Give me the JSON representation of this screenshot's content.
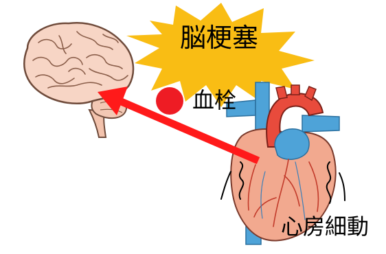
{
  "title": "脳梗塞",
  "clot_label": "血栓",
  "heart_label": "心房細動",
  "colors": {
    "burst": "#f9bd14",
    "arrow": "#ff1a1a",
    "clot": "#ee1c24",
    "brain": "#f7d5c5",
    "brain_outline": "#6e4a3a",
    "heart": "#f2a98f",
    "aorta": "#e84b3c",
    "vein": "#4ea3d8"
  },
  "icons": [
    "brain-icon",
    "heart-icon",
    "clot-dot",
    "burst-shape",
    "arrow"
  ]
}
